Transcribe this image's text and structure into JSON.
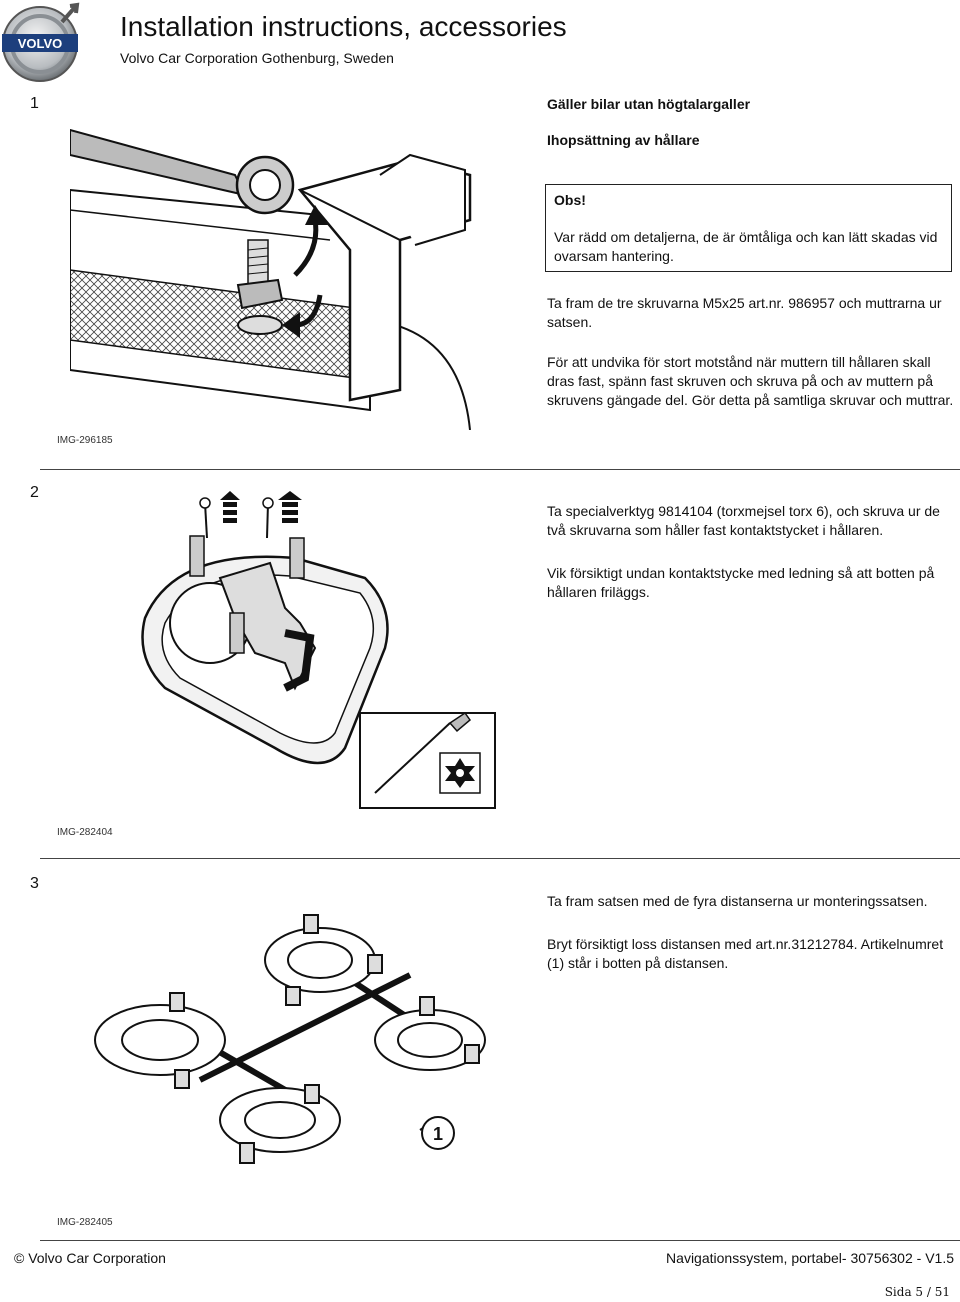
{
  "header": {
    "title": "Installation instructions, accessories",
    "subtitle": "Volvo Car Corporation Gothenburg, Sweden",
    "logo_text": "VOLVO"
  },
  "steps": [
    {
      "number": "1",
      "heading": "Gäller bilar utan högtalargaller",
      "subheading": "Ihopsättning av hållare",
      "obs_title": "Obs!",
      "obs_text": "Var rädd om detaljerna, de är ömtåliga och kan lätt skadas vid ovarsam hantering.",
      "para1": "Ta fram de tre skruvarna M5x25 art.nr. 986957 och muttrarna ur satsen.",
      "para2": "För att undvika för stort motstånd när muttern till hållaren skall dras fast, spänn fast skruven och skruva på och av muttern på skruvens gängade del. Gör detta på samtliga skruvar och muttrar.",
      "image_id": "IMG-296185"
    },
    {
      "number": "2",
      "para1": "Ta specialverktyg 9814104 (torxmejsel torx 6), och skruva ur de två skruvarna som håller fast kontaktstycket i hållaren.",
      "para2": "Vik försiktigt undan kontaktstycke med ledning så att botten på hållaren friläggs.",
      "image_id": "IMG-282404"
    },
    {
      "number": "3",
      "para1": "Ta fram satsen med de fyra distanserna ur monteringssatsen.",
      "para2": "Bryt försiktigt loss distansen med art.nr.31212784. Artikelnumret (1) står i botten på distansen.",
      "callout": "1",
      "image_id": "IMG-282405"
    }
  ],
  "footer": {
    "left": "© Volvo Car Corporation",
    "right": "Navigationssystem, portabel- 30756302 - V1.5",
    "page": "Sida 5 / 51"
  }
}
